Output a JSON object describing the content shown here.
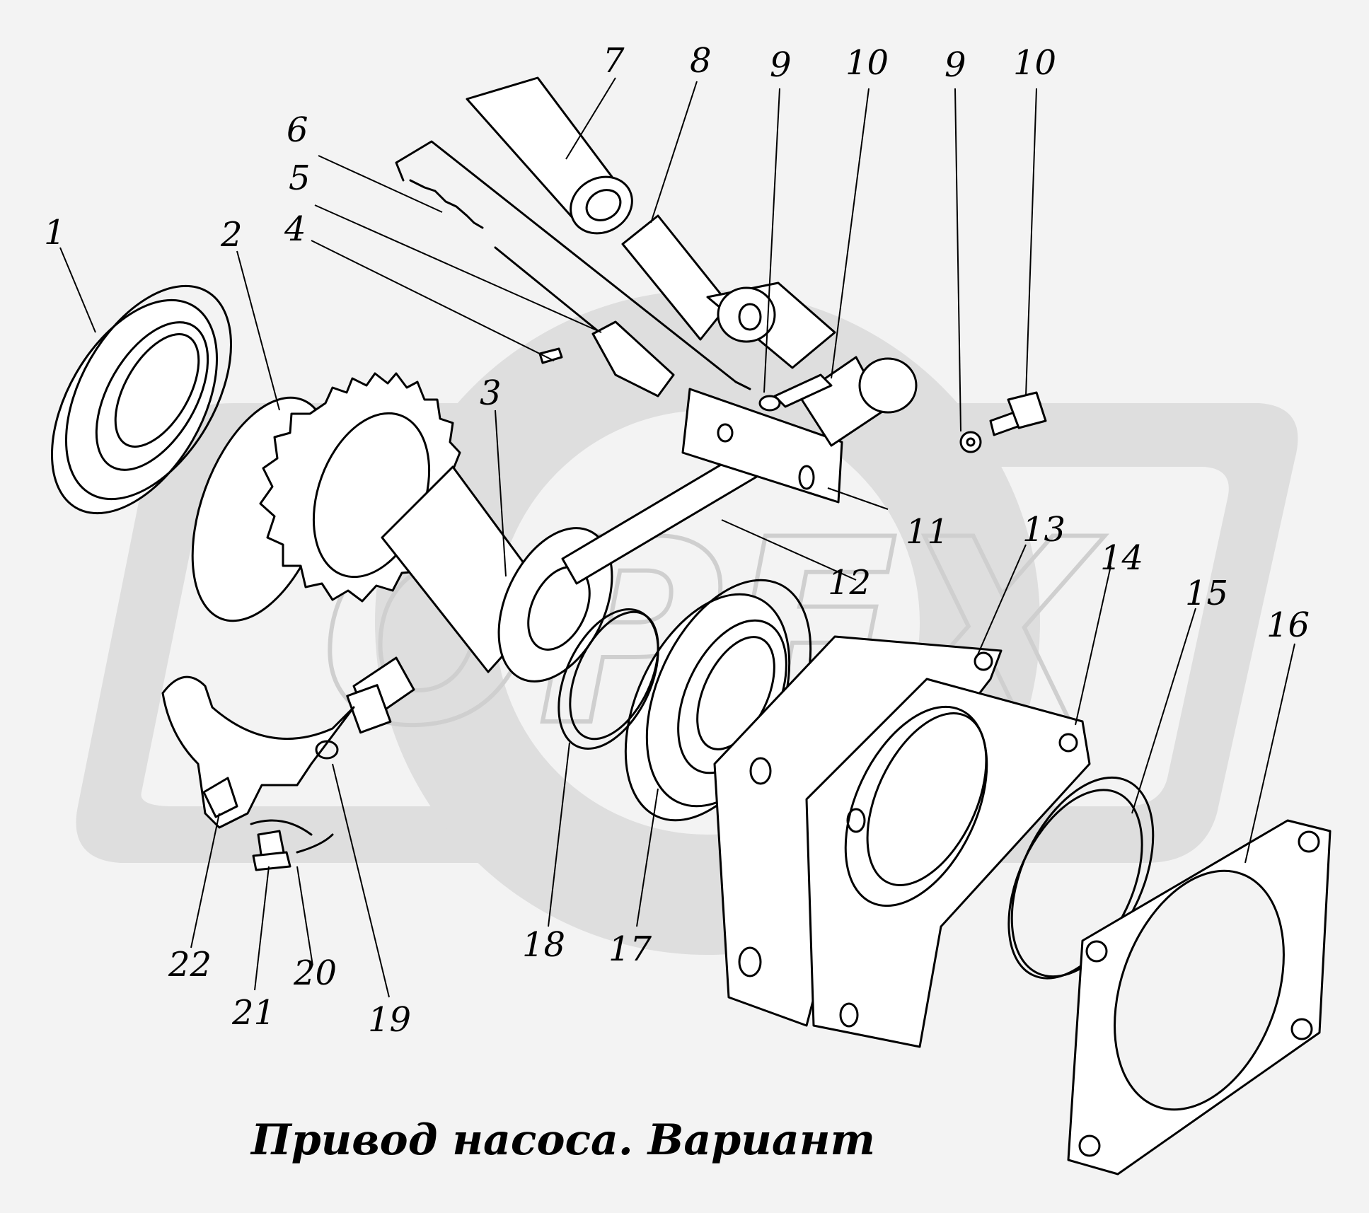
{
  "title": "Привод насоса. Вариант",
  "watermark_text": "OPEX",
  "colors": {
    "background": "#f3f3f3",
    "ink": "#000000",
    "watermark": "#dedede"
  },
  "callouts": [
    "1",
    "2",
    "3",
    "4",
    "5",
    "6",
    "7",
    "8",
    "9",
    "10",
    "9",
    "10",
    "11",
    "12",
    "13",
    "14",
    "15",
    "16",
    "17",
    "18",
    "19",
    "20",
    "21",
    "22"
  ]
}
